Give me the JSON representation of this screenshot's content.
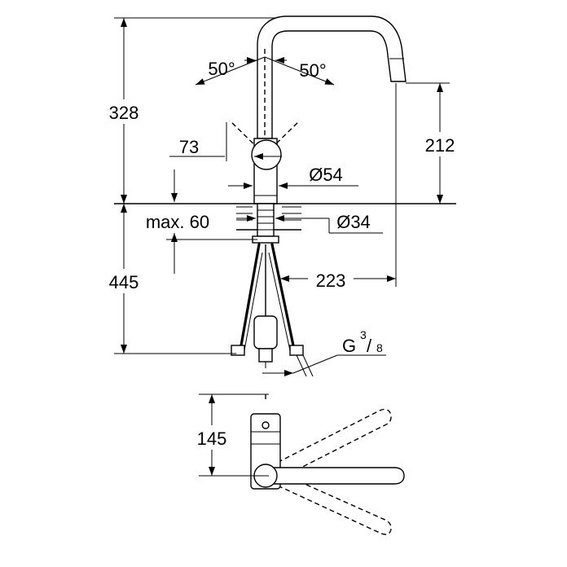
{
  "dimensions": {
    "angle_left": "50°",
    "angle_right": "50°",
    "height_total": "328",
    "spout_height": "212",
    "offset": "73",
    "body_diameter": "Ø54",
    "max_thickness": "max. 60",
    "hole_diameter": "Ø34",
    "hose_length": "445",
    "reach": "223",
    "thread_label": "G",
    "thread_numerator": "3",
    "thread_denominator": "8",
    "top_view_depth": "145"
  }
}
